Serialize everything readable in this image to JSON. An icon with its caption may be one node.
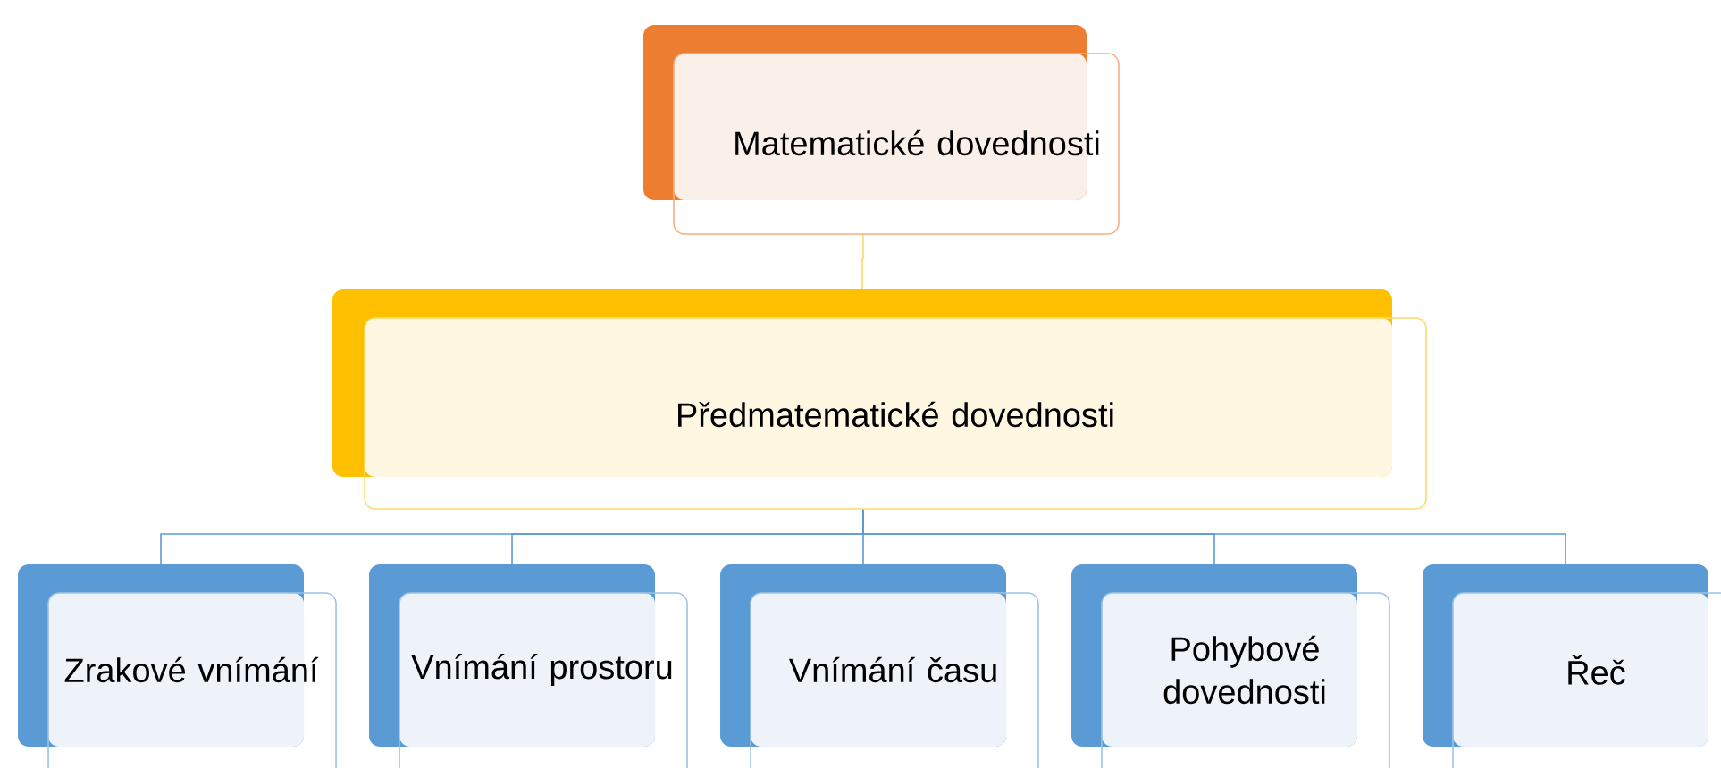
{
  "diagram": {
    "nodes": [
      {
        "text": [
          "Matematické dovednosti"
        ]
      },
      {
        "text": [
          "Předmatematické dovednosti"
        ]
      },
      {
        "text": [
          "Zrakové vnímání"
        ]
      },
      {
        "text": [
          "Vnímání prostoru"
        ]
      },
      {
        "text": [
          "Vnímání času"
        ]
      },
      {
        "text": [
          "Pohybové dovednosti"
        ]
      },
      {
        "text": [
          "Řeč"
        ]
      }
    ],
    "edges": [
      {
        "from": 0,
        "to": 1,
        "arrow": "none",
        "color": "#ffd966"
      },
      {
        "from": 1,
        "to": 2,
        "arrow": "none"
      },
      {
        "from": 1,
        "to": 3,
        "arrow": "none"
      },
      {
        "from": 1,
        "to": 4,
        "arrow": "none"
      },
      {
        "from": 1,
        "to": 5,
        "arrow": "none"
      },
      {
        "from": 1,
        "to": 6,
        "arrow": "none"
      }
    ]
  }
}
